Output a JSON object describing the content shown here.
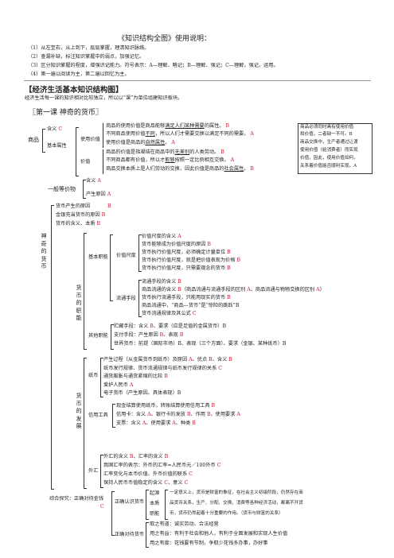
{
  "doc": {
    "title": "《知识结构全图》使用说明：",
    "instructions": [
      "（1）从左至右，从上到下，层层掌握，理清知识脉络。",
      "（2）查漏补缺，标注知识掌握中的弱点，加强记忆。",
      "（3）区分知识掌握的程度，增强识记能力。符号表示：A—理解、略记；B—理解、强记；C—理解，强记，运用。",
      "（4）第一遍以阅读为主，第二遍以回忆为主。"
    ],
    "section_heading": "【经济生活基本知识结构图】",
    "section_note": "经济生活每一课的知识相对比较独立，所以以“课”为单位组建知识板块。",
    "lesson_heading": "〖第一课  神奇的货币〗"
  },
  "commodity": {
    "root": "商品",
    "meaning": "含义",
    "meaning_grade": "C",
    "attrs": "基本属性",
    "use_value": "使用价值",
    "value": "价值",
    "lines": [
      {
        "pre": "商品的使用价值是商品能够",
        "u": "满足人们某种需要",
        "post": "的属性。",
        "grade": "B"
      },
      {
        "pre": "不同商品使用价值",
        "u": "不同",
        "post": "，所以人们才需要交换以满足不同的需要。",
        "grade": "A"
      },
      {
        "pre": "使用价值是商品的",
        "u": "自然属性",
        "post": "。",
        "grade": "A"
      },
      {
        "pre": "商品的价值是指凝结在商品中的",
        "u": "无差别",
        "post": "的人类劳动。",
        "grade": "B"
      },
      {
        "pre": "不同商品都有价值，所以才",
        "u": "能够",
        "post": "按照一定比例相互交换。",
        "grade": "A"
      },
      {
        "pre": "商品交换本质上是人们劳动的交换，因此价值是商品的",
        "u": "社会属性",
        "post": "。",
        "grade": "B"
      }
    ],
    "sidebox": [
      "商品必须同时具有使用价值",
      "和价值，二者缺一不可。B",
      "商品交换中，生产者通过让渡",
      "使用价值（给消费者）而实现",
      "价值，因此，使用价值如何，",
      "关系着价值能否顺利实现。A"
    ]
  },
  "equivalent": {
    "root": "一般等价物",
    "items": [
      {
        "label": "含义",
        "grade": "A"
      },
      {
        "label": "产生原因",
        "grade": "A"
      }
    ]
  },
  "money": {
    "vertical_title": "神奇的货币",
    "top_items": [
      {
        "label": "货币产生的原因",
        "grade": "B"
      },
      {
        "label": "金银充当货币的原因",
        "grade": "B"
      },
      {
        "label": "货币的含义、本质",
        "grade": "B"
      }
    ],
    "functions_title": "货币的职能",
    "basic_functions": "基本职能",
    "measure_value": "价值尺度",
    "measure_lines": [
      "价值尺度的含义 A",
      "货币能够成为价值尺度的原因 B",
      "货币执行价值尺度，必须确定计量单位 B",
      "货币执行价值尺度，就是把价值表现为价格 B",
      "货币执行价值尺度，只需要观念的货币 B"
    ],
    "circulation": "流通手段",
    "circulation_lines": [
      "流通手段的含义 B",
      "商品流通的含义 B（商品流通与流通手段的区别 A、商品流通与物物交换的区别 A）",
      "货币执行流通手段，只能用现实的货币 B",
      "商品流通中，“商品—货币”是“惊险的跳跃”B",
      "货币流通规律及其公式 C"
    ],
    "other_functions": "其他职能",
    "other_lines": [
      "贮藏手段：含义 B、要求（应是足值的金属货币）B",
      "支付手段：产生原因 B、表现 B",
      "世界货币：前提（国际市场）B、表现（三个方面）、要求（金银、某种纸币）B"
    ],
    "development_title": "货币的发展",
    "paper_money": "纸币",
    "paper_lines": [
      "产生过程（从金属货币到纸币）及原因 A、优点 B、含义 B",
      "纸币发行规律、货币流通规律与纸币发行规律的关系 C",
      "通货膨胀与通货紧缩的比较 B",
      "爱护人民币 A",
      "电子货币（产生原因、具体表现）B"
    ],
    "credit": "信用工具",
    "credit_lines": [
      "现金结算使用纸币，转账结算使用信用工具 B",
      "信用卡：含义 A、银行卡的发放 B、作用 B、使用要求 A",
      "支票：含义 A、使用要求 A、种类 B"
    ],
    "forex": "外汇",
    "forex_lines": [
      "外汇的含义 B、汇率的含义 B",
      "我国汇率的表示：外币的汇率=人民币元／100外币 C",
      "汇率变化与本币价值、外币价值的联系 C",
      "保持人民币币值稳定的含义 C、意义 C"
    ]
  },
  "inquiry": {
    "root": "综合探究：正确对待金钱",
    "root_grade": "C",
    "know": "正确认识货币",
    "sub": [
      "起源",
      "本质",
      "职能"
    ],
    "know_lines": [
      "一定意义上，货币是财富的象征，在社会主义初级阶段，仍然存在商",
      "品货币关系，生产、分配、交换、消费等各种经济活动，都离不开货",
      "币，货币仍然起着十分重要的作用。（货币与财富的关系）"
    ],
    "treat": "正确对待货币",
    "treat_lines": [
      "取之有道：诚实劳动、合法经营",
      "用之有益：有利于社会和他人，有利于全面发展和实现人生价值",
      "用之有度：花钱要有节制，争取少花钱多办事，办好事"
    ]
  }
}
